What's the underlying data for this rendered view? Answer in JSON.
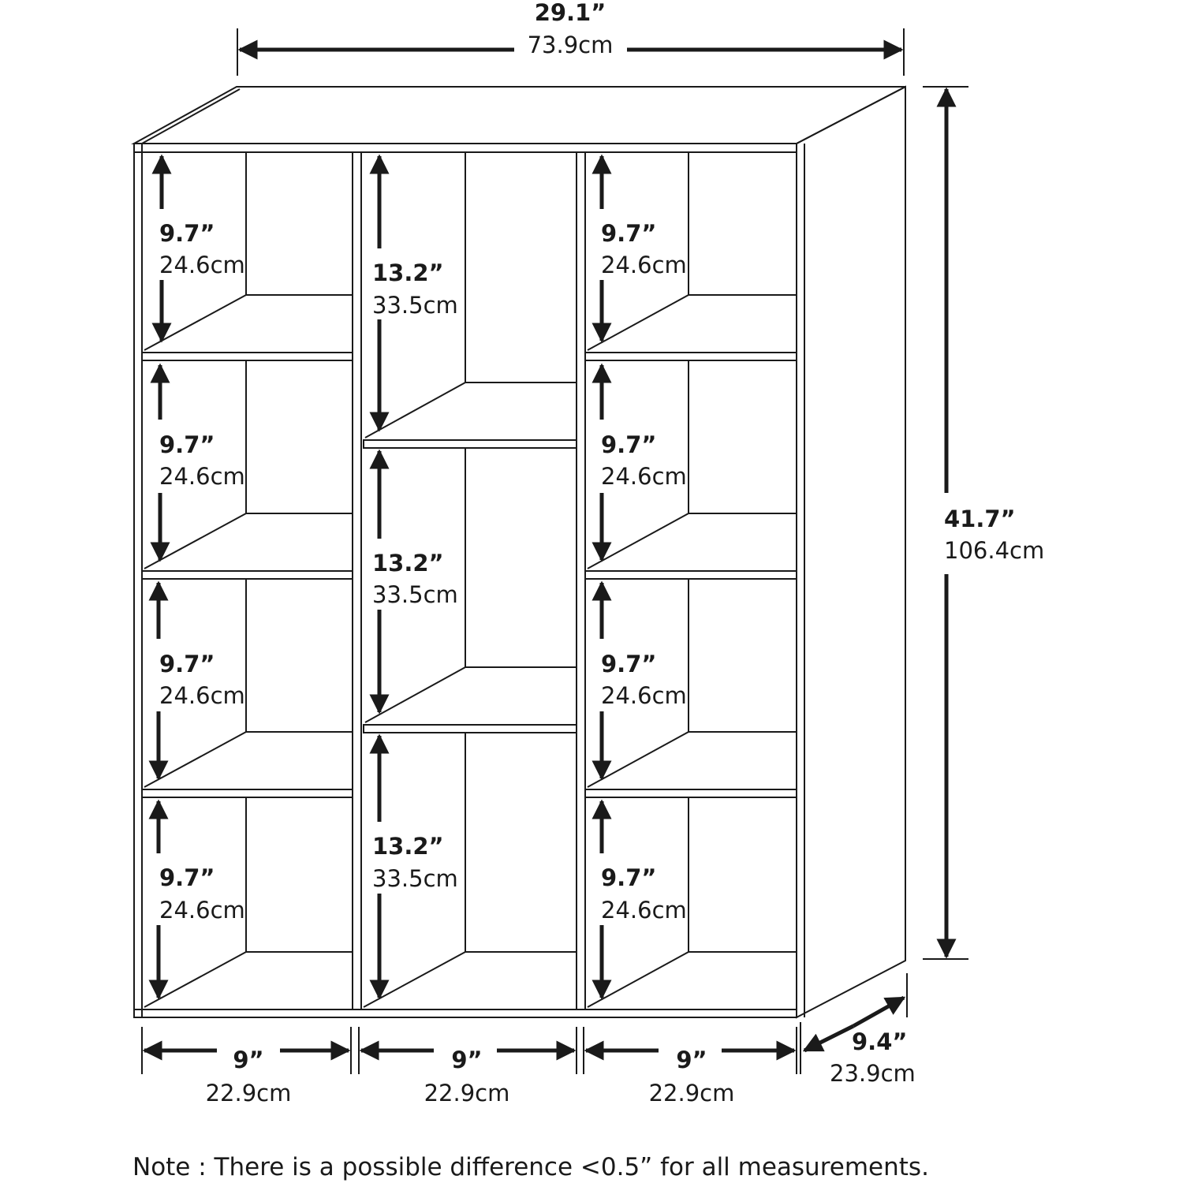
{
  "overall": {
    "width": {
      "inch": "29.1”",
      "cm": "73.9cm"
    },
    "height": {
      "inch": "41.7”",
      "cm": "106.4cm"
    },
    "depth": {
      "inch": "9.4”",
      "cm": "23.9cm"
    }
  },
  "column_widths": [
    {
      "inch": "9”",
      "cm": "22.9cm"
    },
    {
      "inch": "9”",
      "cm": "22.9cm"
    },
    {
      "inch": "9”",
      "cm": "22.9cm"
    }
  ],
  "cube_height": {
    "inch": "9.7”",
    "cm": "24.6cm"
  },
  "tall_cube_height": {
    "inch": "13.2”",
    "cm": "33.5cm"
  },
  "note": "Note : There is a possible difference <0.5” for all measurements.",
  "colors": {
    "line": "#1a1a1a",
    "background": "#ffffff"
  }
}
